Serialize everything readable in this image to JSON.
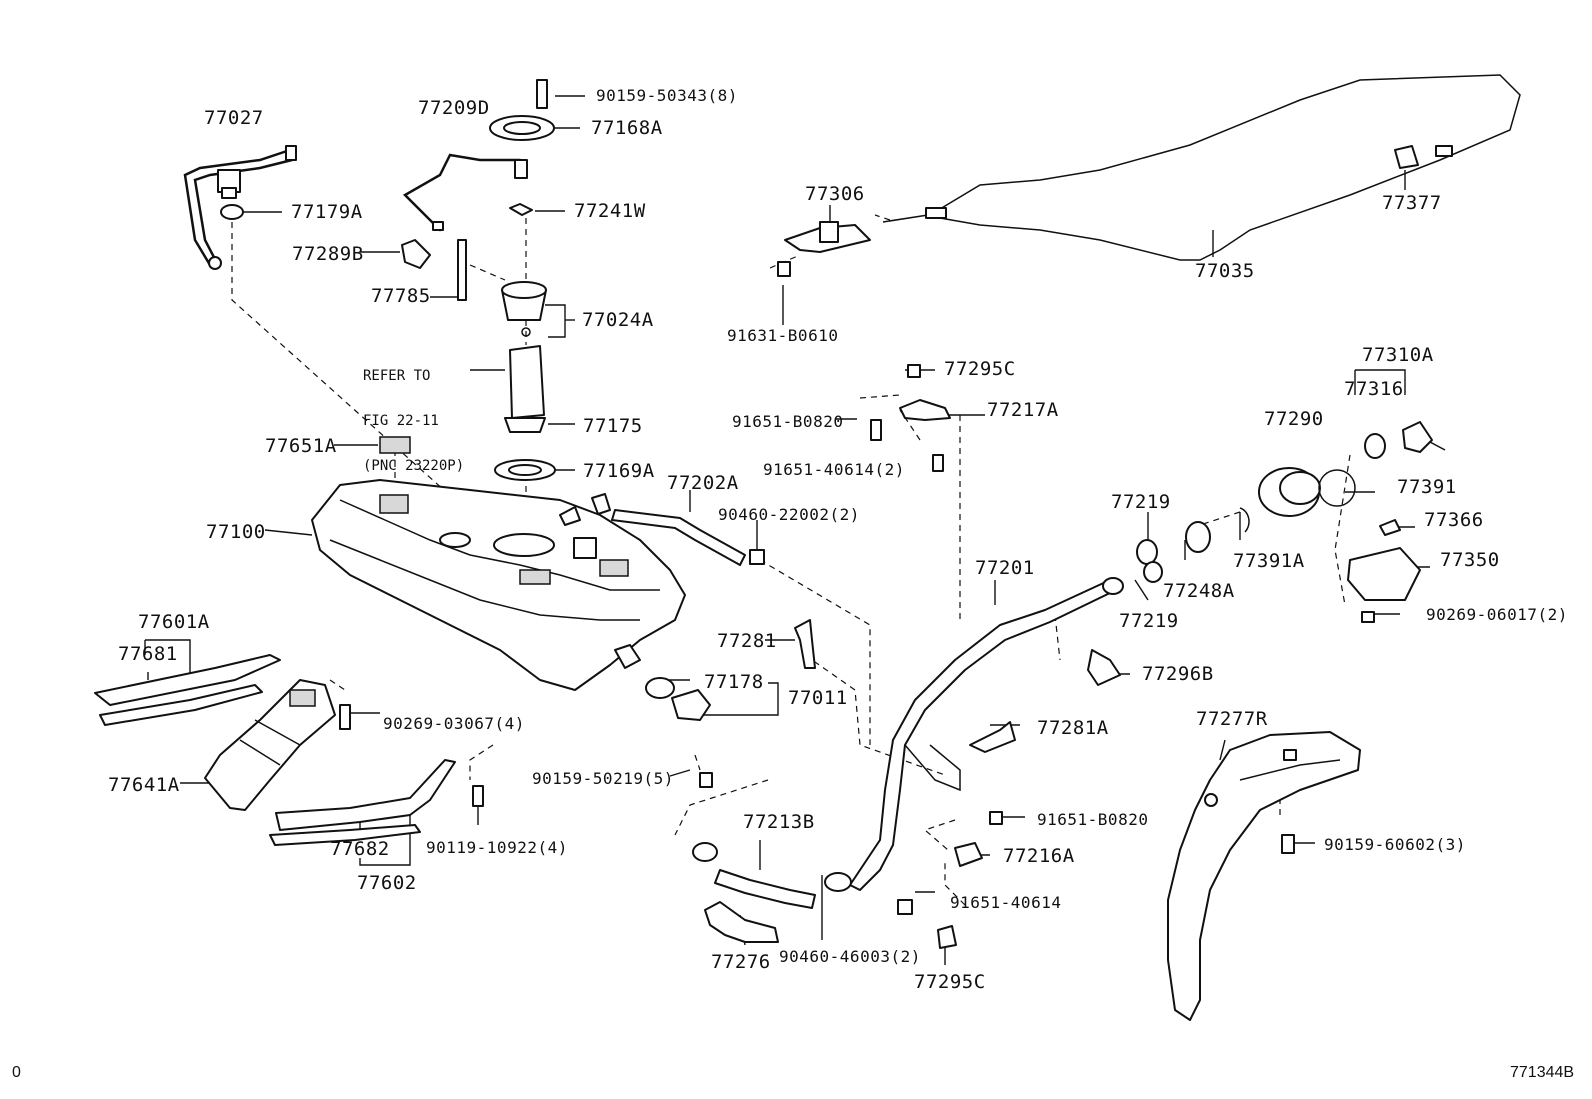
{
  "diagram": {
    "figure_id": "771344B",
    "corner_mark": "0",
    "note": [
      "REFER TO",
      "FIG 22-11",
      "(PNC 23220P)"
    ],
    "parts": [
      "77027",
      "77179A",
      "77209D",
      "90159-50343(8)",
      "77168A",
      "77241W",
      "77289B",
      "77785",
      "77024A",
      "77175",
      "77169A",
      "77651A",
      "77100",
      "77202A",
      "90460-22002(2)",
      "77306",
      "91631-B0610",
      "77035",
      "77377",
      "77295C",
      "77217A",
      "91651-B0820",
      "91651-40614(2)",
      "77310A",
      "77316",
      "77290",
      "77391",
      "77366",
      "77350",
      "90269-06017(2)",
      "77219",
      "77248A",
      "77391A",
      "77219",
      "77201",
      "77296B",
      "77601A",
      "77681",
      "90269-03067(4)",
      "77641A",
      "77682",
      "77602",
      "90119-10922(4)",
      "77281",
      "77178",
      "77011",
      "90159-50219(5)",
      "77281A",
      "77213B",
      "77276",
      "90460-46003(2)",
      "91651-B0820",
      "77216A",
      "91651-40614",
      "77295C",
      "77277R",
      "90159-60602(3)"
    ]
  }
}
